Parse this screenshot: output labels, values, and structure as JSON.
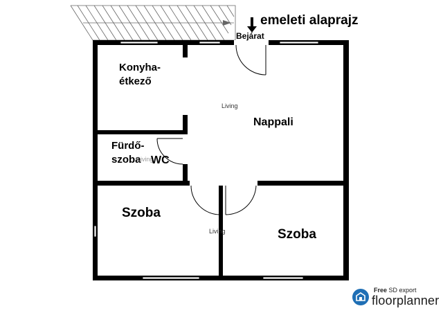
{
  "title": "emeleti alaprajz",
  "entrance_label": "Bejárat",
  "rooms": {
    "kitchen_line1": "Konyha-",
    "kitchen_line2": "étkező",
    "living_tag": "Living",
    "living_name": "Nappali",
    "bath_line1": "Fürdő-",
    "bath_line2": "szoba",
    "bath_tag": "Living",
    "wc": "WC",
    "room_left": "Szoba",
    "room_right": "Szoba",
    "bedroom_tag": "Living"
  },
  "watermark": {
    "free": "Free",
    "export": "SD export",
    "brand": "floorplanner"
  },
  "colors": {
    "wall": "#000000",
    "window": "#ffffff",
    "logo": "#1f6fb5"
  }
}
